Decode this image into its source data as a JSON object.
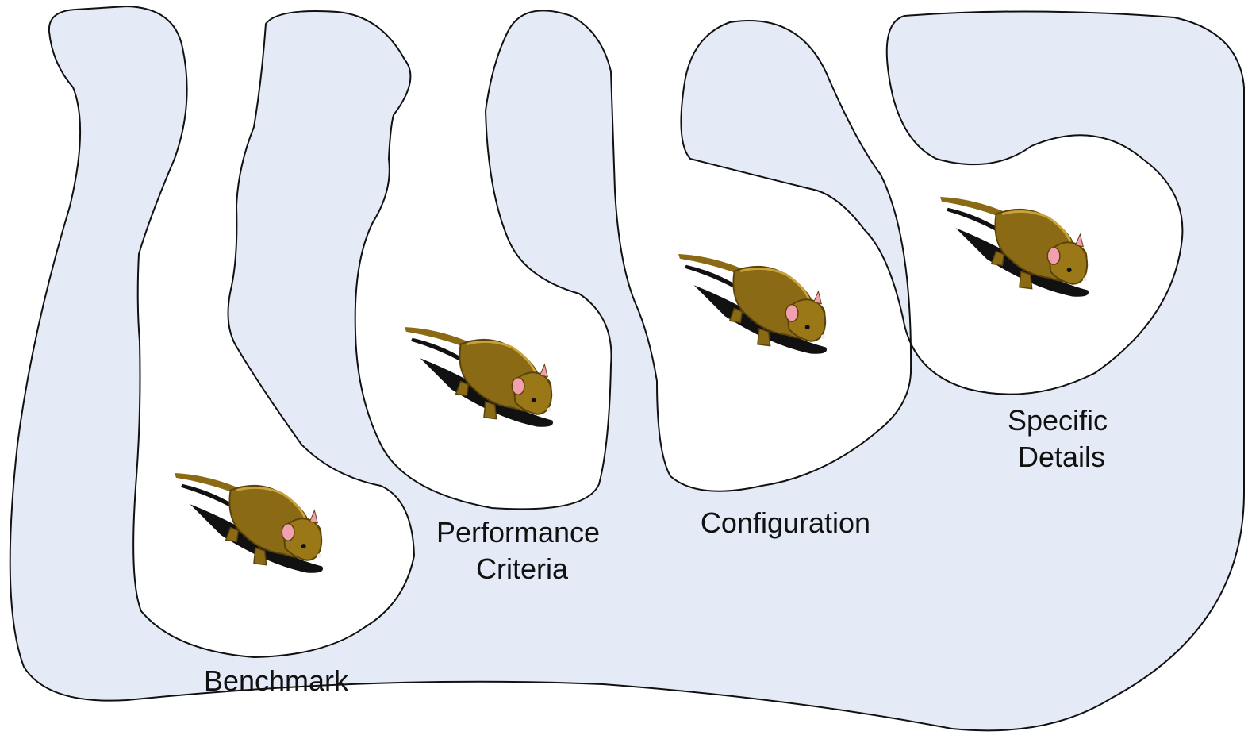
{
  "colors": {
    "maze_fill": "#e4ebf7",
    "maze_stroke": "#111111",
    "chamber_fill": "#ffffff",
    "rat_body": "#8a6a14",
    "rat_dark": "#5a430a",
    "rat_ear": "#f2a0b0",
    "rat_shadow": "#111111"
  },
  "icons": [
    "maze-shape",
    "rat-icon"
  ],
  "chambers": [
    {
      "id": "benchmark",
      "label_lines": [
        "Benchmark"
      ]
    },
    {
      "id": "performance-criteria",
      "label_lines": [
        "Performance",
        "Criteria"
      ]
    },
    {
      "id": "configuration",
      "label_lines": [
        "Configuration"
      ]
    },
    {
      "id": "specific-details",
      "label_lines": [
        "Specific",
        "Details"
      ]
    }
  ]
}
